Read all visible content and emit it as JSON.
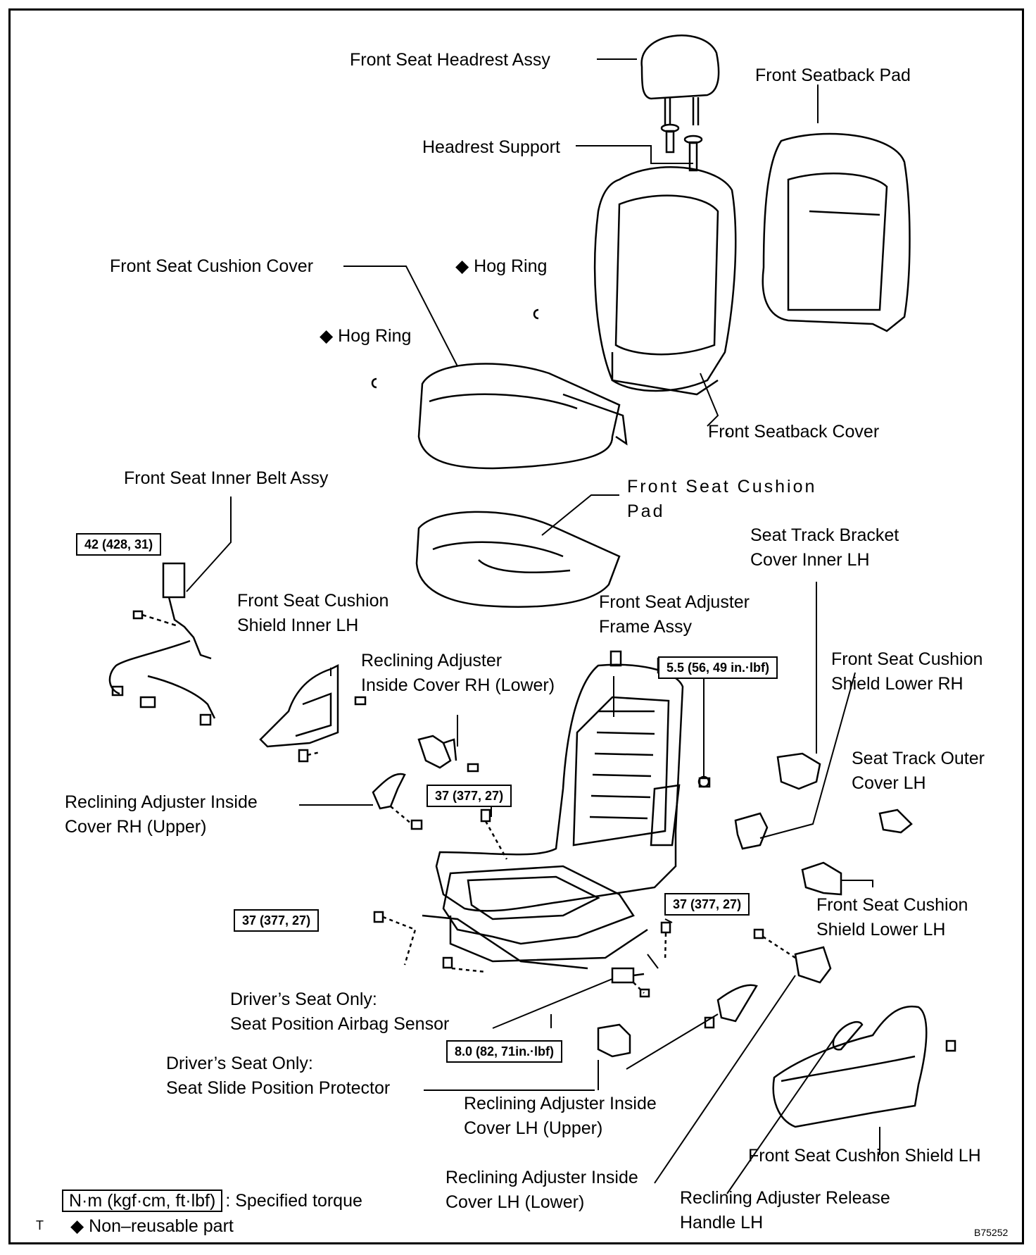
{
  "labels": {
    "headrest_assy": "Front Seat Headrest Assy",
    "seatback_pad": "Front Seatback Pad",
    "headrest_support": "Headrest Support",
    "cushion_cover": "Front Seat Cushion Cover",
    "hog_ring_1": "◆ Hog Ring",
    "hog_ring_2": "◆ Hog Ring",
    "seatback_cover": "Front Seatback Cover",
    "inner_belt": "Front Seat Inner Belt Assy",
    "cushion_pad": [
      "Front Seat Cushion",
      "Pad"
    ],
    "track_bracket_inner": [
      "Seat Track Bracket",
      "Cover Inner LH"
    ],
    "cushion_shield_inner": [
      "Front Seat Cushion",
      "Shield Inner LH"
    ],
    "adjuster_frame": [
      "Front Seat Adjuster",
      "Frame Assy"
    ],
    "recl_inside_rh_lower": [
      "Reclining Adjuster",
      "Inside Cover RH (Lower)"
    ],
    "shield_lower_rh": [
      "Front Seat Cushion",
      "Shield Lower RH"
    ],
    "track_outer": [
      "Seat Track Outer",
      "Cover LH"
    ],
    "recl_inside_rh_upper": [
      "Reclining Adjuster Inside",
      "Cover RH (Upper)"
    ],
    "shield_lower_lh": [
      "Front Seat Cushion",
      "Shield Lower LH"
    ],
    "airbag_sensor": [
      "Driver’s Seat Only:",
      "Seat Position Airbag Sensor"
    ],
    "slide_protector": [
      "Driver’s Seat Only:",
      "Seat Slide Position Protector"
    ],
    "recl_inside_lh_upper": [
      "Reclining Adjuster Inside",
      "Cover LH (Upper)"
    ],
    "shield_lh": "Front Seat Cushion Shield LH",
    "recl_inside_lh_lower": [
      "Reclining Adjuster Inside",
      "Cover LH (Lower)"
    ],
    "release_handle": [
      "Reclining Adjuster Release",
      "Handle LH"
    ]
  },
  "torques": {
    "belt": "42 (428, 31)",
    "frame_top": "5.5 (56, 49 in.·lbf)",
    "center": "37 (377, 27)",
    "left": "37 (377, 27)",
    "right": "37 (377, 27)",
    "sensor": "8.0 (82, 71in.·lbf)"
  },
  "legend": {
    "torque_box": "N·m (kgf·cm, ft·lbf)",
    "torque_text": ": Specified torque",
    "nonreusable": "◆ Non–reusable part"
  },
  "corner_mark": "T",
  "figure_id": "B75252"
}
